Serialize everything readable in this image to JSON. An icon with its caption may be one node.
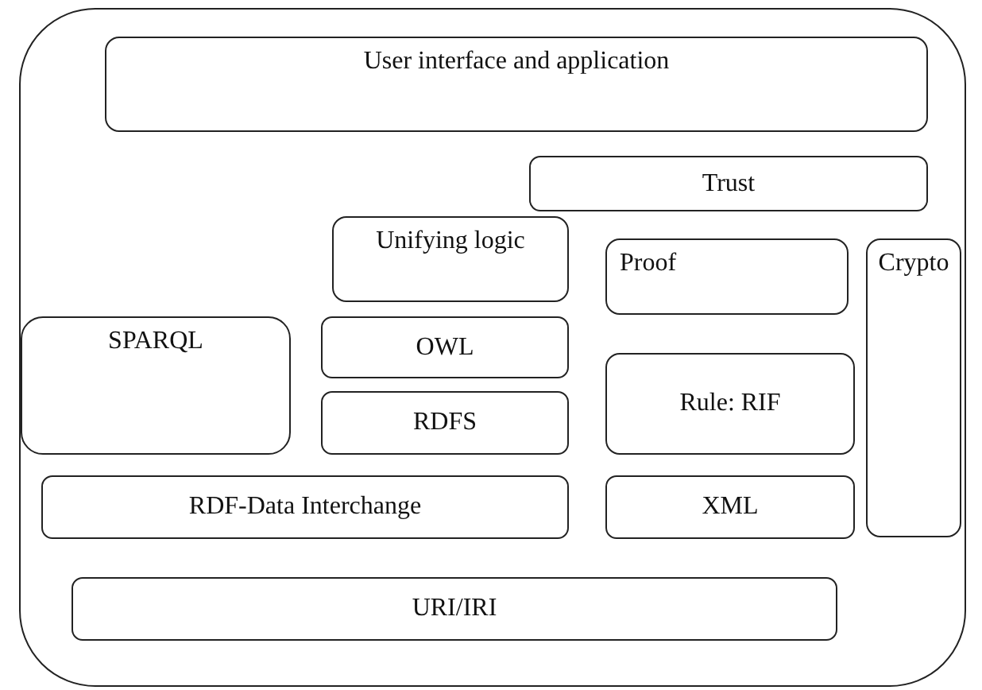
{
  "diagram": {
    "nodes": [
      {
        "text": [],
        "shape": "box"
      },
      {
        "text": [
          "User interface and application"
        ],
        "in": 0
      },
      {
        "text": [
          "Trust"
        ],
        "in": 0
      },
      {
        "text": [
          "Unifying logic"
        ],
        "in": 0
      },
      {
        "text": [
          "Proof"
        ],
        "in": 0
      },
      {
        "text": [
          "Crypto"
        ],
        "in": 0
      },
      {
        "text": [
          "SPARQL"
        ],
        "in": 0
      },
      {
        "text": [
          "OWL"
        ],
        "in": 0
      },
      {
        "text": [
          "RDFS"
        ],
        "in": 0
      },
      {
        "text": [
          "Rule: RIF"
        ],
        "in": 0
      },
      {
        "text": [
          "RDF-Data Interchange"
        ],
        "in": 0
      },
      {
        "text": [
          "XML"
        ],
        "in": 0
      },
      {
        "text": [
          "URI/IRI"
        ],
        "in": 0
      }
    ]
  }
}
